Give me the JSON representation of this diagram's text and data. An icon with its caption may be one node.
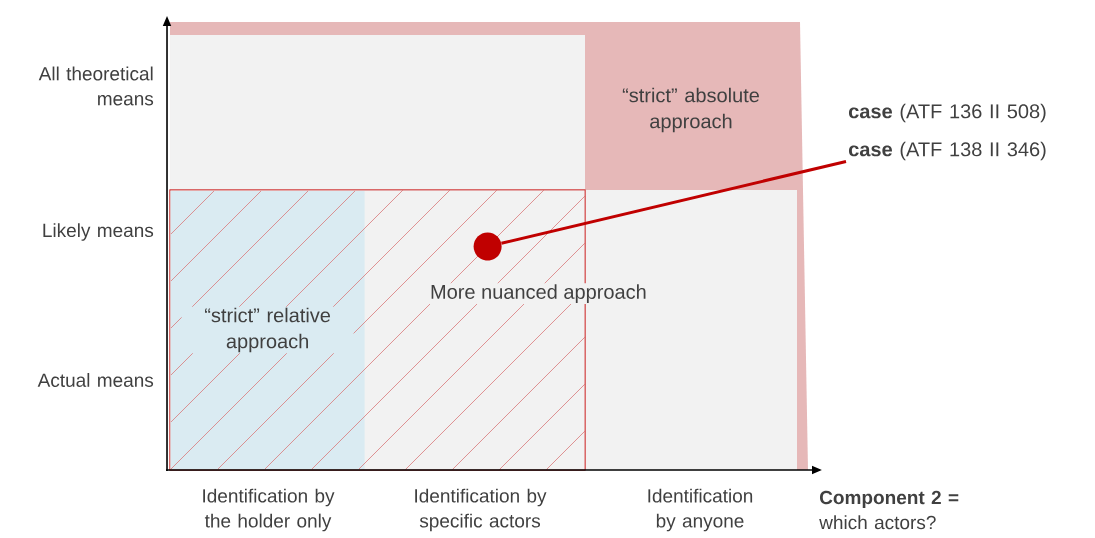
{
  "diagram": {
    "nodes": [
      {
        "text": [
          "“strict” absolute approach"
        ]
      },
      {
        "text": [
          "More nuanced approach"
        ]
      },
      {
        "text": [
          "“strict” relative approach"
        ],
        "in": 1
      },
      {
        "text": [],
        "shape": "circle",
        "in": 1
      },
      {
        "text": [
          "**case** (ATF 136 II 508)",
          "**case** (ATF 138 II 346)"
        ]
      }
    ],
    "edges": [
      {
        "from": 3,
        "to": 4,
        "arrow": "none"
      }
    ],
    "labels": [
      "All theoretical means",
      "Likely means",
      "Actual means",
      "Identification by the holder only",
      "Identification by specific actors",
      "Identification by anyone",
      "**Component 2 =** which actors?"
    ]
  }
}
